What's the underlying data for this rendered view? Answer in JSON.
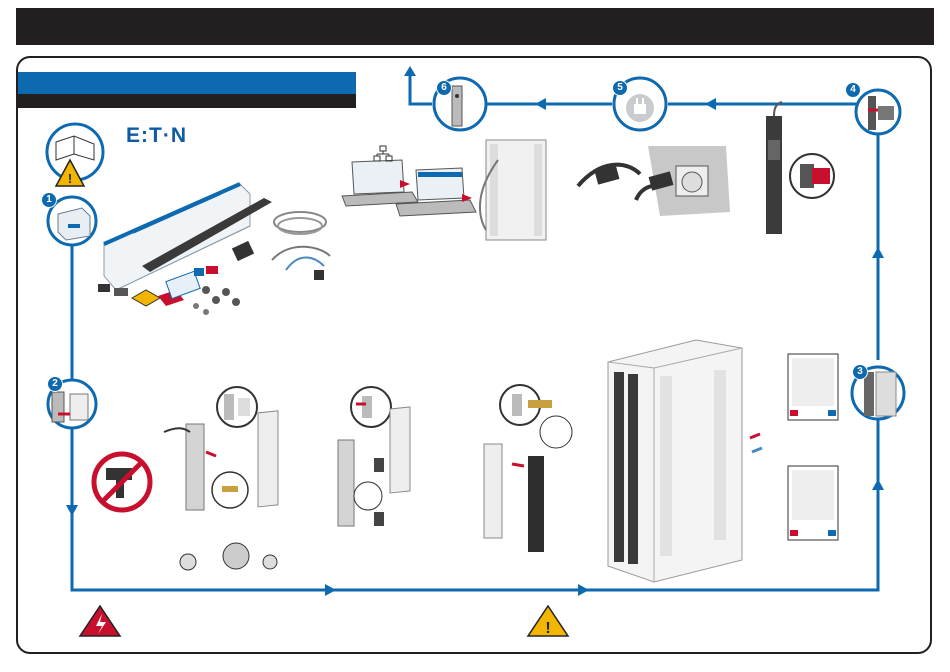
{
  "brand": {
    "logo_text": "E:T·N"
  },
  "steps": [
    {
      "number": "1",
      "icon": "box-icon"
    },
    {
      "number": "2",
      "icon": "bracket-mount-icon"
    },
    {
      "number": "3",
      "icon": "rack-mount-icon"
    },
    {
      "number": "4",
      "icon": "plug-icon"
    },
    {
      "number": "5",
      "icon": "power-icon"
    },
    {
      "number": "6",
      "icon": "network-icon"
    }
  ],
  "colors": {
    "flow": "#0d6ab1",
    "header": "#231f20",
    "warning": "#f2b600",
    "danger": "#c8102e"
  }
}
